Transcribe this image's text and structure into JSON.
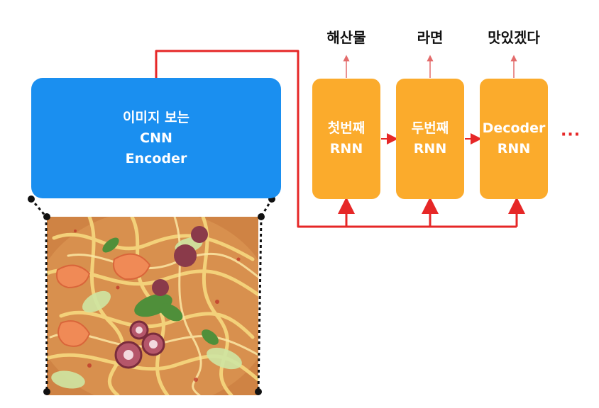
{
  "encoder": {
    "line1": "이미지 보는",
    "line2": "CNN",
    "line3": "Encoder"
  },
  "decoders": [
    {
      "line1": "첫번째",
      "line2": "RNN"
    },
    {
      "line1": "두번째",
      "line2": "RNN"
    },
    {
      "line1": "Decoder",
      "line2": "RNN"
    }
  ],
  "outputs": [
    "해산물",
    "라면",
    "맛있겠다"
  ],
  "continuation": "···",
  "image": {
    "subject": "seafood-ramen-photo"
  },
  "colors": {
    "encoder": "#1a8ff0",
    "decoder": "#fbab2c",
    "arrow": "#e62727",
    "output_arrow": "#e36b6b"
  }
}
